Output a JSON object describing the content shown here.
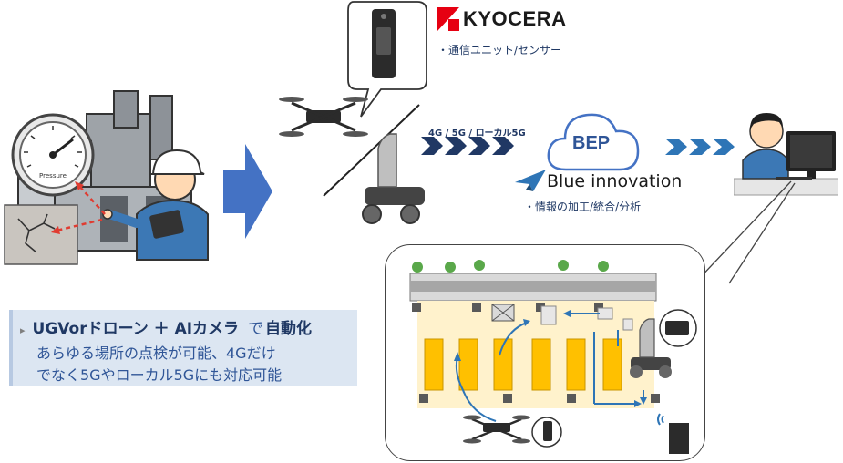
{
  "brand": {
    "name": "KYOCERA"
  },
  "sensor_label": "・通信ユニット/センサー",
  "network_label": "4G / 5G / ローカル5G",
  "cloud_label": "BEP",
  "company": "Blue innovation",
  "processing_label": "・情報の加工/統合/分析",
  "gauge_label": "Pressure",
  "info_box": {
    "line1_a": "UGVorドローン ＋ AIカメラ",
    "line1_b": "で",
    "line1_c": "自動化",
    "line2": "あらゆる場所の点検が可能、4Gだけ",
    "line3": "でなく5Gやローカル5Gにも対応可能"
  },
  "colors": {
    "accent": "#4472c4",
    "box_bg": "#dce6f2",
    "arrow_red": "#e03c31",
    "shelf": "#ffc000"
  }
}
